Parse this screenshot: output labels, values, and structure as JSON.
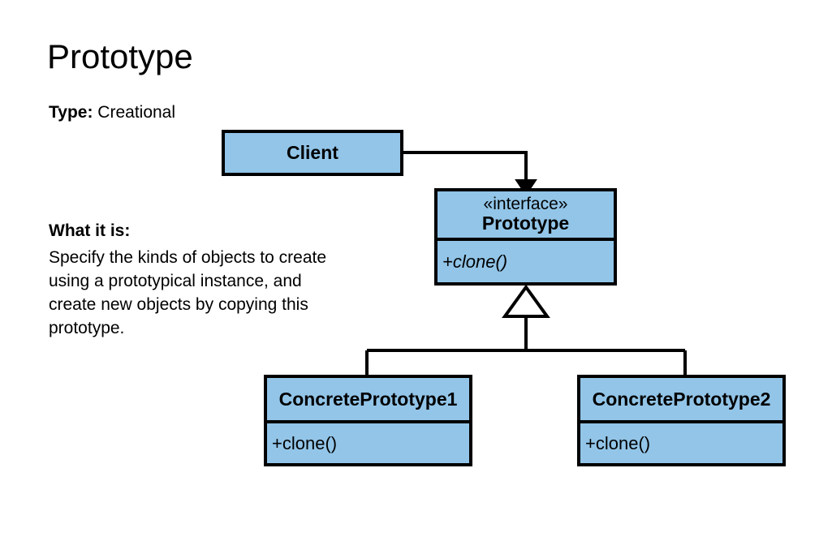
{
  "slide": {
    "title": "Prototype",
    "type_label": "Type:",
    "type_value": "Creational",
    "whatitis_label": "What it is:",
    "description_lines": [
      "Specify the kinds of objects to create",
      "using a prototypical instance, and",
      "create new objects by copying this",
      "prototype."
    ]
  },
  "diagram": {
    "client": {
      "name": "Client"
    },
    "prototype": {
      "stereotype": "«interface»",
      "name": "Prototype",
      "operation": "+clone()"
    },
    "concrete1": {
      "name": "ConcretePrototype1",
      "operation": "+clone()"
    },
    "concrete2": {
      "name": "ConcretePrototype2",
      "operation": "+clone()"
    },
    "colors": {
      "box_fill": "#92c5e8",
      "box_stroke": "#000000",
      "background": "#ffffff",
      "triangle_fill": "#ffffff"
    },
    "relations": [
      {
        "kind": "association-arrow",
        "from": "Client",
        "to": "Prototype",
        "arrowhead": "filled-triangle"
      },
      {
        "kind": "generalization",
        "from": "ConcretePrototype1",
        "to": "Prototype",
        "arrowhead": "hollow-triangle"
      },
      {
        "kind": "generalization",
        "from": "ConcretePrototype2",
        "to": "Prototype",
        "arrowhead": "hollow-triangle"
      }
    ]
  }
}
